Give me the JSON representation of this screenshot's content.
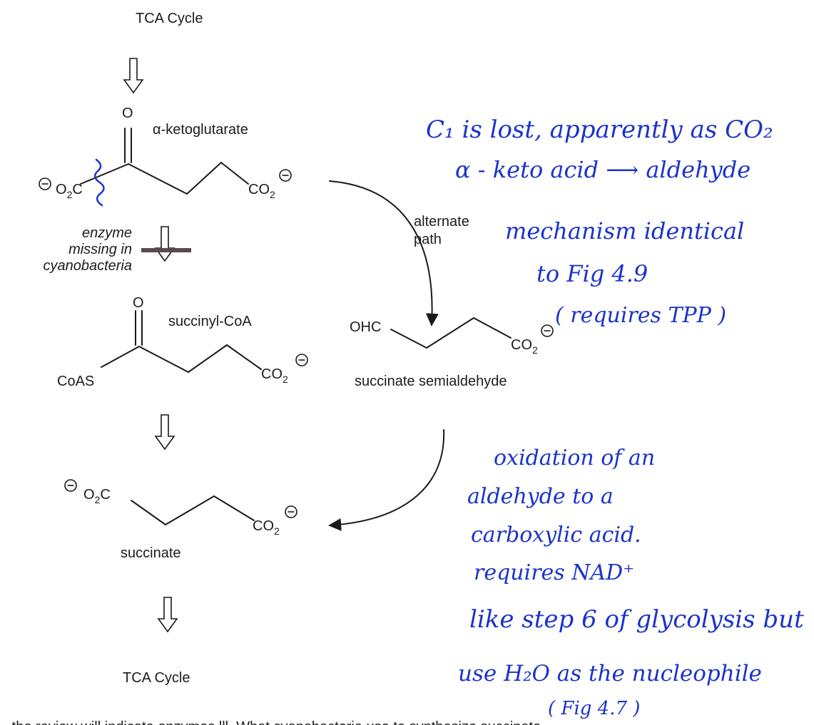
{
  "labels": {
    "tca_top": "TCA Cycle",
    "akg": "α-ketoglutarate",
    "enzyme1": "enzyme",
    "enzyme2": "missing in",
    "enzyme3": "cyanobacteria",
    "succinyl": "succinyl-CoA",
    "alt1": "alternate",
    "alt2": "path",
    "ssa": "succinate semialdehyde",
    "succinate": "succinate",
    "tca_bottom": "TCA Cycle",
    "bottom_cut": "...the review will indicate enzymes lll. What cyanobacteria use to synthesize succinate..."
  },
  "atoms": {
    "o": "O",
    "co2": "CO",
    "sub2": "2",
    "o2c": "O",
    "o2c_sub": "2",
    "o2c_c": "C",
    "ohc": "OHC",
    "coas": "CoAS"
  },
  "notes": {
    "n1": "C₁ is lost, apparently as CO₂",
    "n2": "α - keto acid ⟶ aldehyde",
    "n3": "mechanism identical",
    "n4": "to Fig 4.9",
    "n5": "( requires TPP )",
    "n6": "oxidation of an",
    "n7": "aldehyde to a",
    "n8": "carboxylic acid.",
    "n9": "requires NAD⁺",
    "n10": "like step 6 of glycolysis but",
    "n11": "use H₂O as the nucleophile",
    "n12": "( Fig 4.7 )"
  },
  "colors": {
    "ink": "#1a1a1a",
    "handwriting": "#1b33c9",
    "block_bar": "#5a4a4f"
  }
}
